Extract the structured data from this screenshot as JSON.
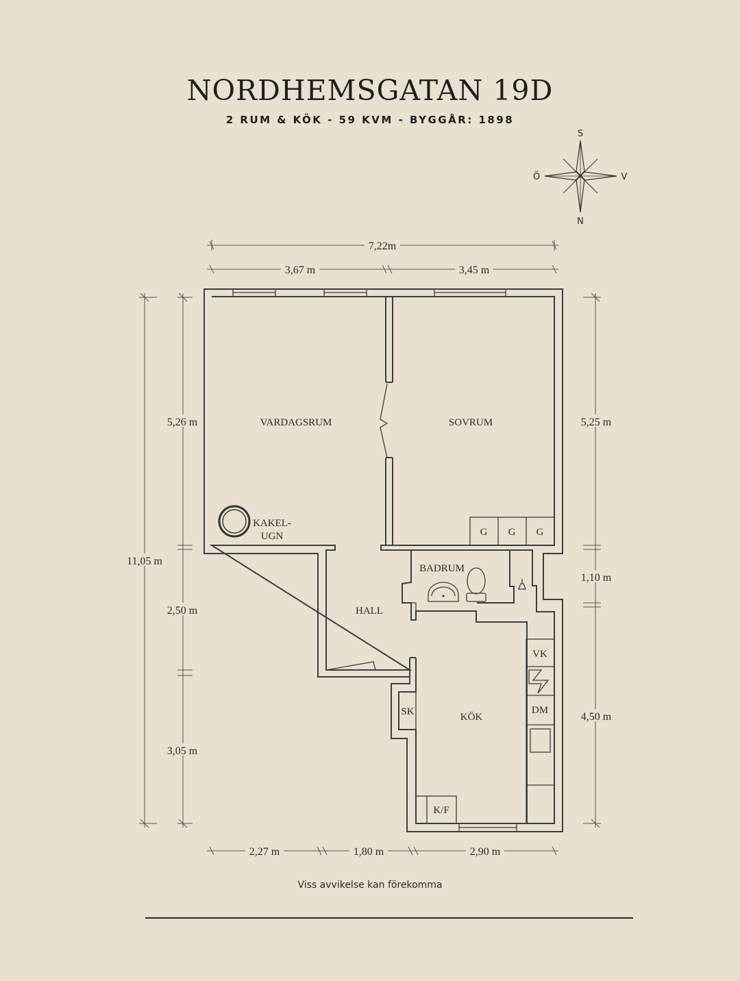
{
  "header": {
    "title": "NORDHEMSGATAN 19D",
    "subtitle": "2 RUM & KÖK  -  59 KVM  -  BYGGÅR: 1898"
  },
  "compass": {
    "north": "N",
    "south": "S",
    "east": "Ö",
    "west": "V"
  },
  "rooms": {
    "living": "VARDAGSRUM",
    "bedroom": "SOVRUM",
    "stove_line1": "KAKEL-",
    "stove_line2": "UGN",
    "bathroom": "BADRUM",
    "hall": "HALL",
    "kitchen": "KÖK"
  },
  "fixtures": {
    "wardrobe": "G",
    "water_heater": "VK",
    "dishwasher": "DM",
    "cabinet": "SK",
    "fridge_freezer": "K/F"
  },
  "dimensions": {
    "top_total": "7,22m",
    "top_left": "3,67 m",
    "top_right": "3,45 m",
    "left_total": "11,05 m",
    "left_upper": "5,26 m",
    "left_middle": "2,50 m",
    "left_lower": "3,05 m",
    "right_upper": "5,25 m",
    "right_middle": "1,10 m",
    "right_lower": "4,50 m",
    "bottom_left": "2,27 m",
    "bottom_middle": "1,80 m",
    "bottom_right": "2,90 m"
  },
  "footer": {
    "disclaimer": "Viss avvikelse kan förekomma"
  }
}
